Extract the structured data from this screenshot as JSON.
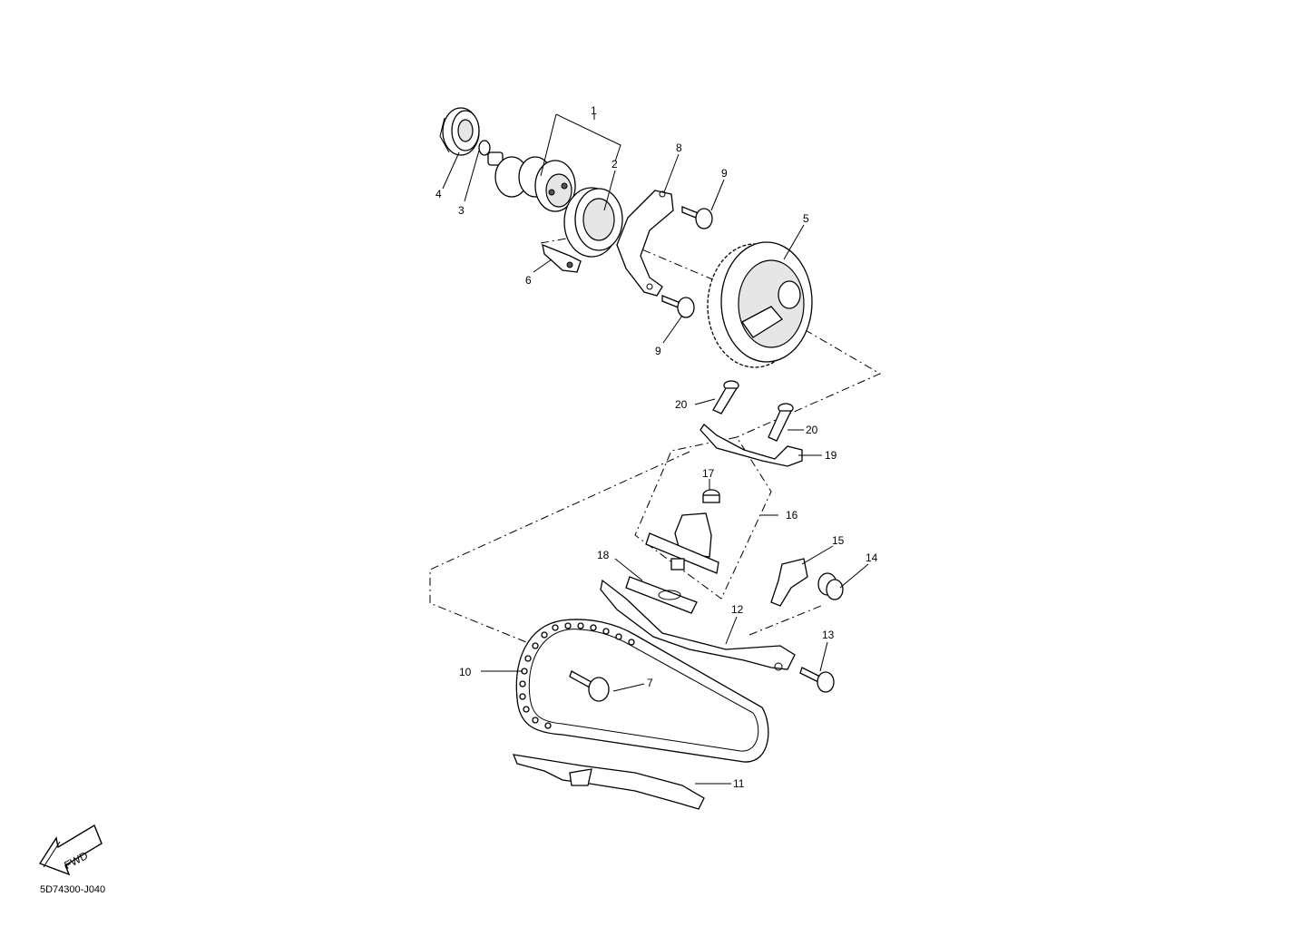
{
  "diagram_code": "5D74300-J040",
  "fwd_label": "FWD",
  "callouts": {
    "c1": "1",
    "c2": "2",
    "c3": "3",
    "c4": "4",
    "c5": "5",
    "c6": "6",
    "c7": "7",
    "c8": "8",
    "c9a": "9",
    "c9b": "9",
    "c10": "10",
    "c11": "11",
    "c12": "12",
    "c13": "13",
    "c14": "14",
    "c15": "15",
    "c16": "16",
    "c17": "17",
    "c18": "18",
    "c19": "19",
    "c20a": "20",
    "c20b": "20"
  }
}
